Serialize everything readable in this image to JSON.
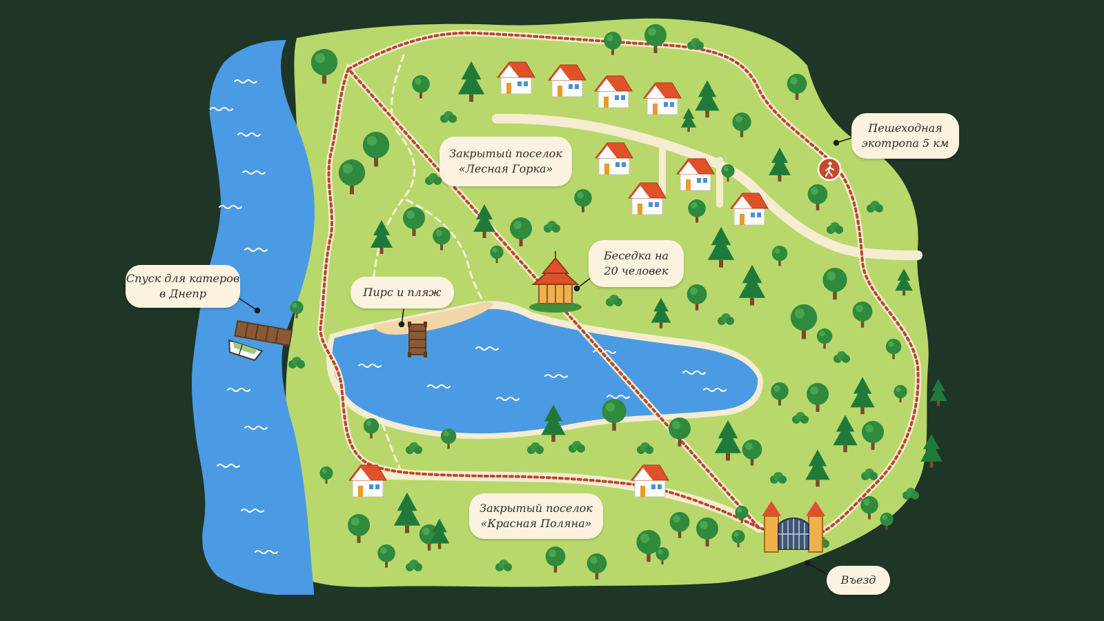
{
  "colors": {
    "background": "#1f3526",
    "land": "#b8d86b",
    "river": "#4a9be3",
    "lake": "#4a9be3",
    "trail": "#b5482e",
    "road": "#f5ecd2",
    "roof": "#e0512a",
    "tree": "#2f8a3e",
    "callout": "#fbf3df"
  },
  "labels": {
    "village_north": {
      "line1": "Закрытый поселок",
      "line2": "«Лесная Горка»"
    },
    "village_south": {
      "line1": "Закрытый поселок",
      "line2": "«Красная Поляна»"
    },
    "gazebo": {
      "line1": "Беседка на",
      "line2": "20 человек"
    },
    "pier": {
      "line1": "Пирс и пляж"
    },
    "boat_launch": {
      "line1": "Спуск для катеров",
      "line2": "в Днепр"
    },
    "eco_trail": {
      "line1": "Пешеходная",
      "line2": "экотропа 5 км"
    },
    "entrance": {
      "line1": "Въезд"
    }
  },
  "icons": [
    "pedestrian-icon",
    "gate-icon",
    "gazebo-icon",
    "pier-icon",
    "boat-icon",
    "house-icon",
    "tree-icon"
  ]
}
